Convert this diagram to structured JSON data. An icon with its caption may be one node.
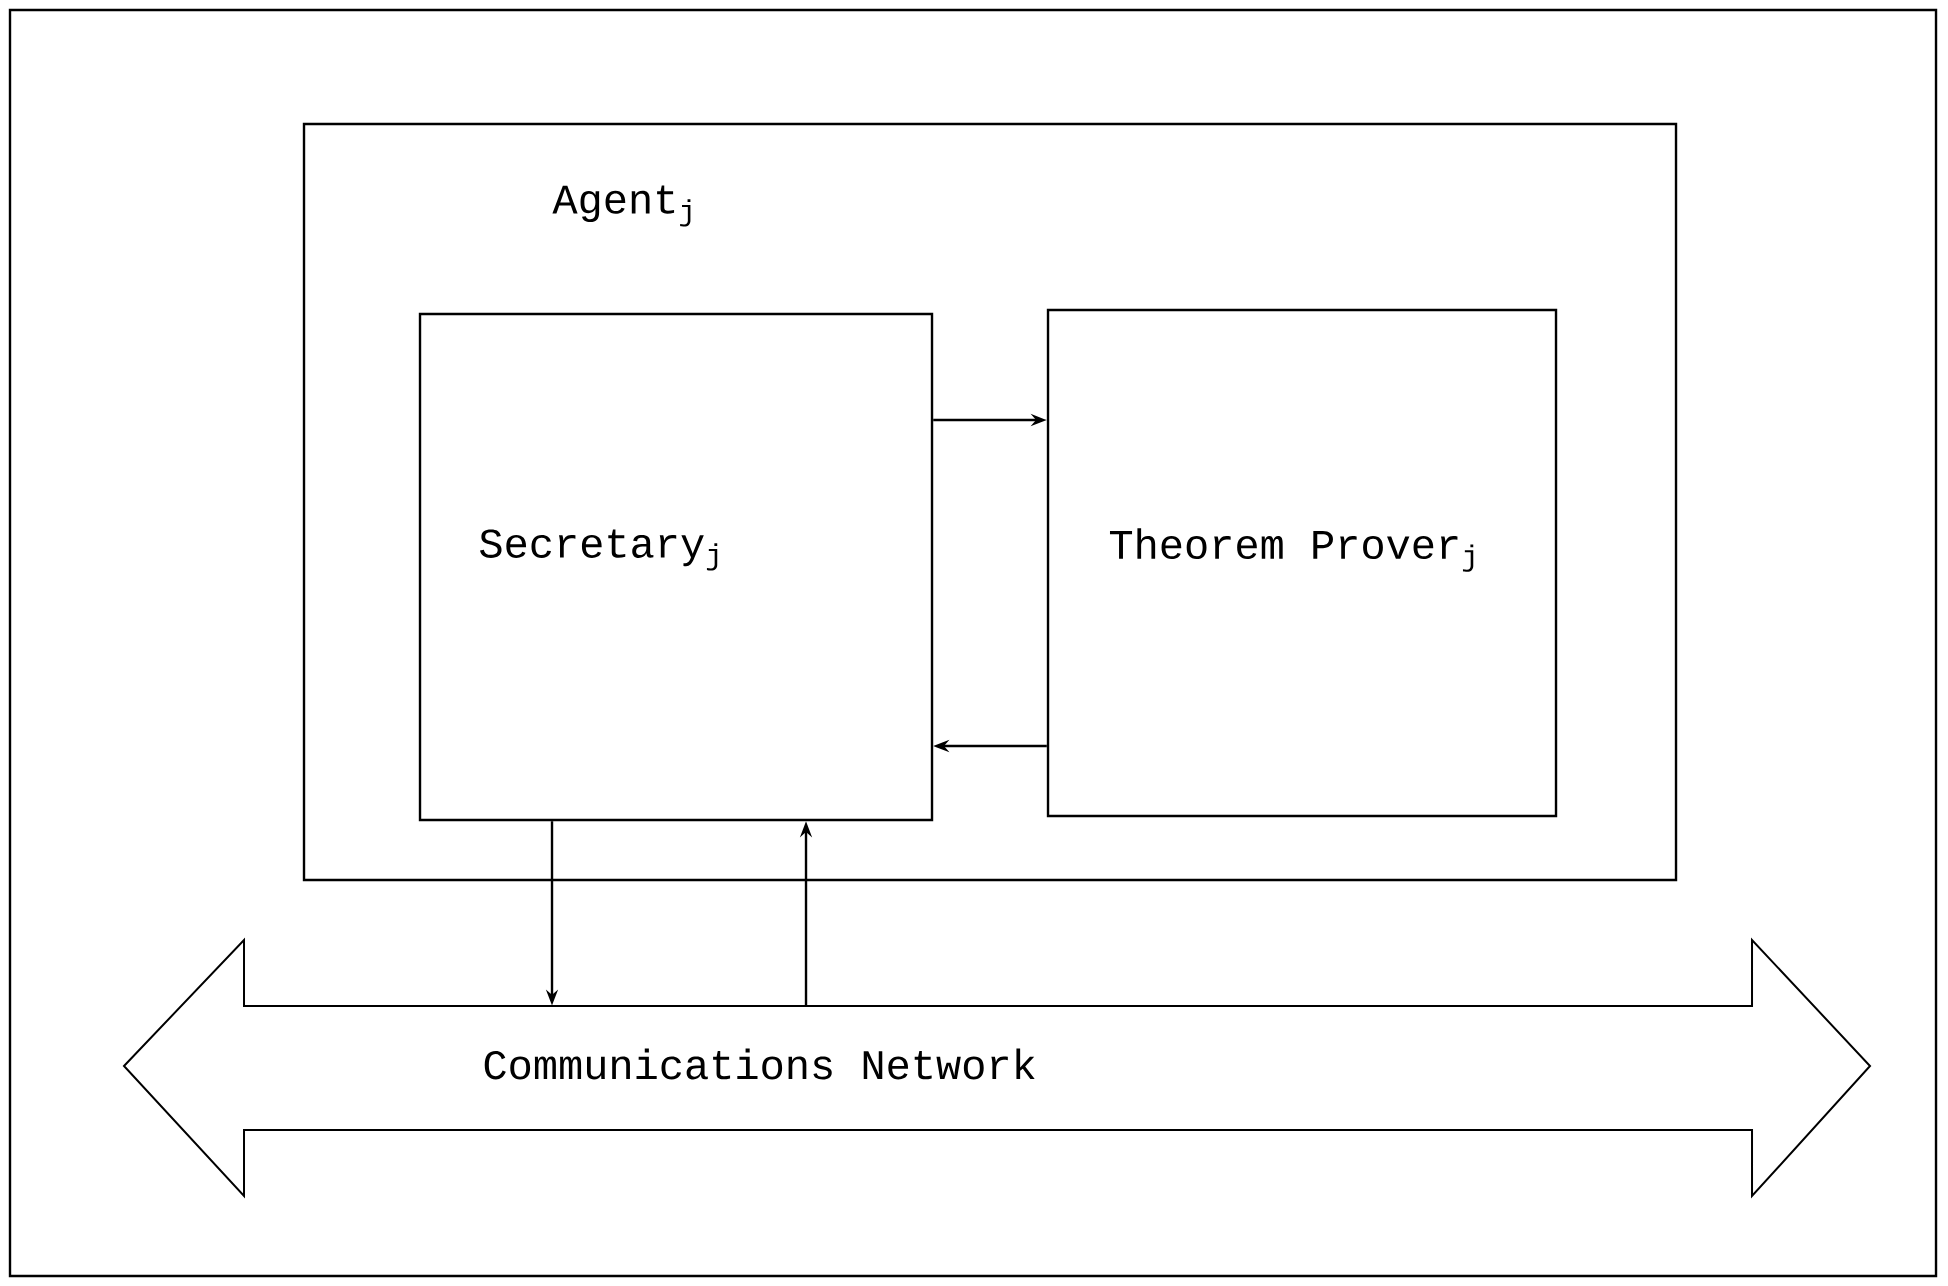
{
  "diagram": {
    "nodes": [
      {
        "text": [
          "Agent$_{j}$"
        ]
      },
      {
        "text": [
          "Secretary$_{j}$"
        ],
        "in": 0
      },
      {
        "text": [
          "Theorem Prover$_{j}$"
        ],
        "in": 0
      },
      {
        "text": [
          "Communications Network"
        ]
      }
    ],
    "edges": [
      {
        "from": 1,
        "to": 2,
        "arrow": "to"
      },
      {
        "from": 2,
        "to": 1,
        "arrow": "to"
      },
      {
        "from": 1,
        "to": 3,
        "arrow": "to"
      },
      {
        "from": 3,
        "to": 1,
        "arrow": "to"
      }
    ]
  }
}
